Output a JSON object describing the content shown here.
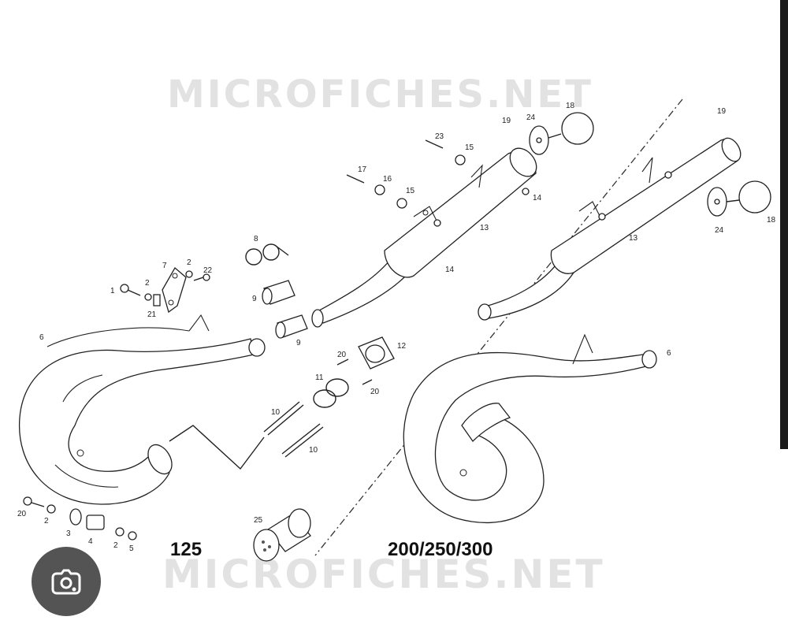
{
  "watermark": {
    "top": "MICROFICHES.NET",
    "bottom": "MICROFICHES.NET"
  },
  "variant_labels": {
    "left": "125",
    "right": "200/250/300"
  },
  "callouts": {
    "c1": "1",
    "c2a": "2",
    "c21": "21",
    "c7": "7",
    "c2b": "2",
    "c22": "22",
    "c8": "8",
    "c9a": "9",
    "c9b": "9",
    "c6a": "6",
    "c6b": "6",
    "c17": "17",
    "c16": "16",
    "c15a": "15",
    "c23": "23",
    "c15b": "15",
    "c19a": "19",
    "c24a": "24",
    "c18a": "18",
    "c14a": "14",
    "c13a": "13",
    "c14b": "14",
    "c19b": "19",
    "c24b": "24",
    "c18b": "18",
    "c13b": "13",
    "c12": "12",
    "c20a": "20",
    "c20b": "20",
    "c11": "11",
    "c10a": "10",
    "c10b": "10",
    "c25": "25",
    "c20c": "20",
    "c2c": "2",
    "c3": "3",
    "c4": "4",
    "c2d": "2",
    "c5": "5"
  },
  "icons": {
    "lens": "google-lens-icon"
  }
}
